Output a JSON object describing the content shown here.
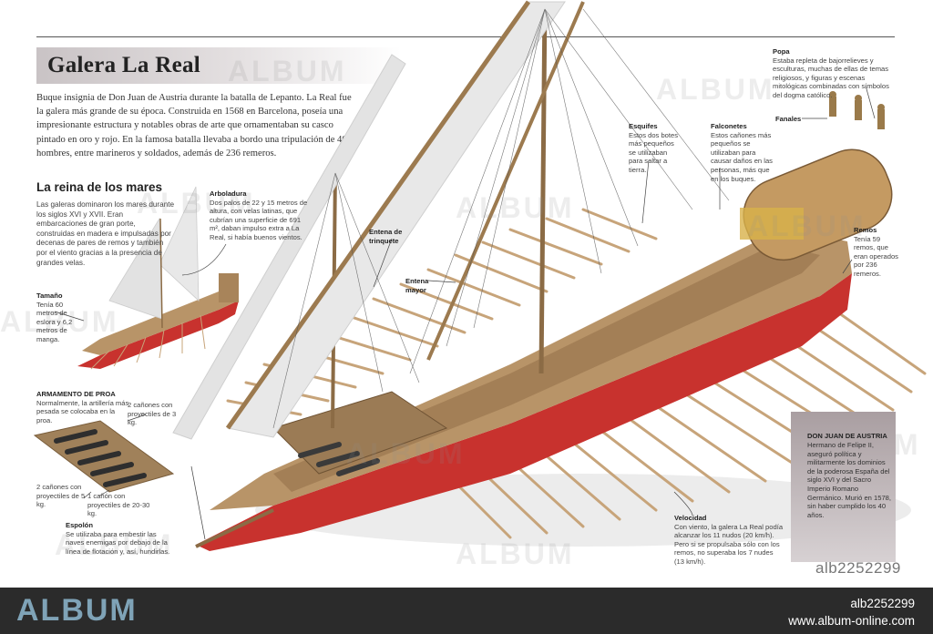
{
  "title": "Galera La Real",
  "intro_text": "Buque insignia de Don Juan de Austria durante la batalla de Lepanto. La Real fue la galera más grande de su época. Construida en 1568 en Barcelona, poseía una impresionante estructura y notables obras de arte que ornamentaban su casco pintado en oro y rojo. En la famosa batalla llevaba a bordo una tripulación de 400 hombres, entre marineros y soldados, además de 236 remeros.",
  "section": {
    "heading": "La reina de los mares",
    "text": "Las galeras dominaron los mares durante los siglos XVI y XVII. Eran embarcaciones de gran porte, construidas en madera e impulsadas por decenas de pares de remos y también por el viento gracias a la presencia de grandes velas."
  },
  "labels": {
    "arboladura": {
      "title": "Arboladura",
      "text": "Dos palos de 22 y 15 metros de altura, con velas latinas, que cubrían una superficie de 691 m², daban impulso extra a La Real, si había buenos vientos."
    },
    "tamano": {
      "title": "Tamaño",
      "text": "Tenía 60 metros de eslora y 6,2 metros de manga."
    },
    "armamento": {
      "title": "ARMAMENTO DE PROA",
      "text": "Normalmente, la artillería más pesada se colocaba en la proa."
    },
    "canon_3": "2 cañones con proyectiles de 3 kg.",
    "canon_5": "2 cañones con proyectiles de 5 kg.",
    "canon_20": "1 cañón con proyectiles de 20-30 kg.",
    "espolon": {
      "title": "Espolón",
      "text": "Se utilizaba para embestir las naves enemigas por debajo de la línea de flotación y, así, hundirlas."
    },
    "entena_trinquete": "Entena de trinquete",
    "entena_mayor": "Entena mayor",
    "esquifes": {
      "title": "Esquifes",
      "text": "Estos dos botes más pequeños se utilizaban para saltar a tierra."
    },
    "falconetes": {
      "title": "Falconetes",
      "text": "Estos cañones más pequeños se utilizaban para causar daños en las personas, más que en los buques."
    },
    "popa": {
      "title": "Popa",
      "text": "Estaba repleta de bajorrelieves y esculturas, muchas de ellas de temas religiosos, y figuras y escenas mitológicas combinadas con símbolos del dogma católico."
    },
    "fanales": "Fanales",
    "remos": {
      "title": "Remos",
      "text": "Tenía 59 remos, que eran operados por 236 remeros."
    },
    "velocidad": {
      "title": "Velocidad",
      "text": "Con viento, la galera La Real podía alcanzar los 11 nudos (20 km/h). Pero si se propulsaba sólo con los remos, no superaba los 7 nudes (13 km/h)."
    }
  },
  "don_juan": {
    "title": "DON JUAN DE AUSTRIA",
    "text": "Hermano de Felipe II, aseguró política y militarmente los dominios de la poderosa España del siglo XVI y del Sacro Imperio Romano Germánico. Murió en 1578, sin haber cumplido los 40 años."
  },
  "watermark": "ALBUM",
  "image_id": "alb2252299",
  "footer": {
    "logo": "ALBUM",
    "id": "alb2252299",
    "url": "www.album-online.com"
  },
  "colors": {
    "hull_red": "#c8322e",
    "wood": "#b89468",
    "sail": "#e8e8e8",
    "footer_bg": "#2b2b2b",
    "logo_blue": "#7fa3b7"
  }
}
